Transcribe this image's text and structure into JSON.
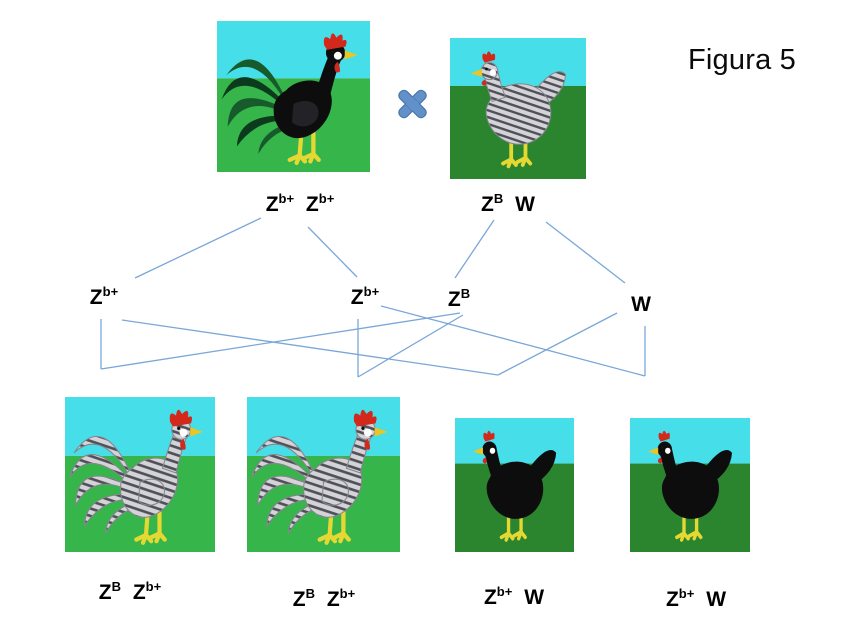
{
  "figure": {
    "title": "Figura 5"
  },
  "colors": {
    "background": "#ffffff",
    "line": "#7aa7d8",
    "text": "#000000",
    "cross_symbol": "#6191c8",
    "cross_symbol_border": "#4677ad",
    "sky": "#46dee9",
    "grass_bright": "#35b54a",
    "grass_dark": "#2b852f",
    "comb_red": "#d3281c",
    "beak_yellow": "#e9c526",
    "legs_yellow": "#e6d832",
    "black_plumage": "#0d0d0e",
    "tail_green": "#175a2c",
    "tail_green_dark": "#0c3a1c",
    "barred_light": "#d3d3d8",
    "barred_dark": "#4f4f57",
    "barred_outline": "#86868e"
  },
  "cross": {
    "symbol": "×"
  },
  "parents": {
    "male": {
      "genotype": "Z^{b+} Z^{b+}",
      "pose": "rooster",
      "plumage": "black",
      "grass": "bright"
    },
    "female": {
      "genotype": "Z^{B} W",
      "pose": "hen",
      "plumage": "barred",
      "grass": "dark"
    }
  },
  "gametes": [
    {
      "id": "g1",
      "genotype": "Z^{b+}"
    },
    {
      "id": "g2",
      "genotype": "Z^{b+}"
    },
    {
      "id": "g3",
      "genotype": "Z^{B}"
    },
    {
      "id": "g4",
      "genotype": "W"
    }
  ],
  "offspring": [
    {
      "id": "o1",
      "genotype": "Z^{B} Z^{b+}",
      "pose": "rooster",
      "plumage": "barred",
      "grass": "bright"
    },
    {
      "id": "o2",
      "genotype": "Z^{B} Z^{b+}",
      "pose": "rooster",
      "plumage": "barred",
      "grass": "bright"
    },
    {
      "id": "o3",
      "genotype": "Z^{b+} W",
      "pose": "hen",
      "plumage": "black",
      "grass": "dark"
    },
    {
      "id": "o4",
      "genotype": "Z^{b+} W",
      "pose": "hen",
      "plumage": "black",
      "grass": "dark"
    }
  ],
  "connections": [
    {
      "id": "pm1_g1",
      "from": "parent-male-allele-1",
      "to": "gamete-1"
    },
    {
      "id": "pm2_g2",
      "from": "parent-male-allele-2",
      "to": "gamete-2"
    },
    {
      "id": "pf1_g3",
      "from": "parent-female-allele-ZB",
      "to": "gamete-3"
    },
    {
      "id": "pf2_g4",
      "from": "parent-female-allele-W",
      "to": "gamete-4"
    },
    {
      "id": "g1_o1",
      "from": "gamete-1",
      "to": "offspring-1"
    },
    {
      "id": "g3_o1",
      "from": "gamete-3",
      "to": "offspring-1"
    },
    {
      "id": "g2_o2",
      "from": "gamete-2",
      "to": "offspring-2"
    },
    {
      "id": "g3_o2",
      "from": "gamete-3",
      "to": "offspring-2"
    },
    {
      "id": "g1_o3",
      "from": "gamete-1",
      "to": "offspring-3"
    },
    {
      "id": "g4_o3",
      "from": "gamete-4",
      "to": "offspring-3"
    },
    {
      "id": "g2_o4",
      "from": "gamete-2",
      "to": "offspring-4"
    },
    {
      "id": "g4_o4",
      "from": "gamete-4",
      "to": "offspring-4"
    }
  ]
}
